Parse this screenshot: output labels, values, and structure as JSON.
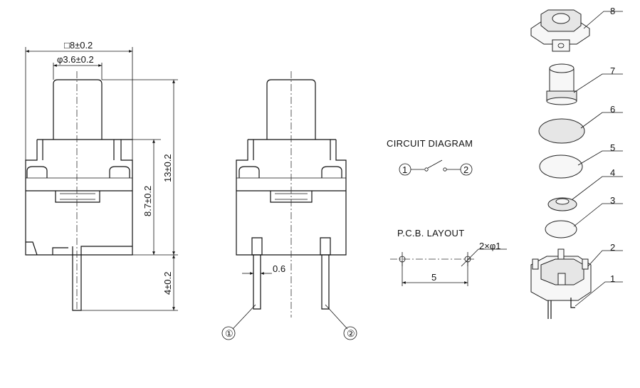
{
  "dimensions": {
    "body_square": "□8±0.2",
    "stem_diameter": "φ3.6±0.2",
    "total_height": "13±0.2",
    "body_height": "8.7±0.2",
    "pin_length": "4±0.2",
    "pin_width": "0.6"
  },
  "pins": {
    "pin1": "①",
    "pin2": "②"
  },
  "circuit": {
    "title": "CIRCUIT   DIAGRAM",
    "terminal1": "1",
    "terminal2": "2"
  },
  "pcb": {
    "title": "P.C.B. LAYOUT",
    "holes": "2×φ1",
    "pitch": "5"
  },
  "parts": [
    "1",
    "2",
    "3",
    "4",
    "5",
    "6",
    "7",
    "8"
  ]
}
